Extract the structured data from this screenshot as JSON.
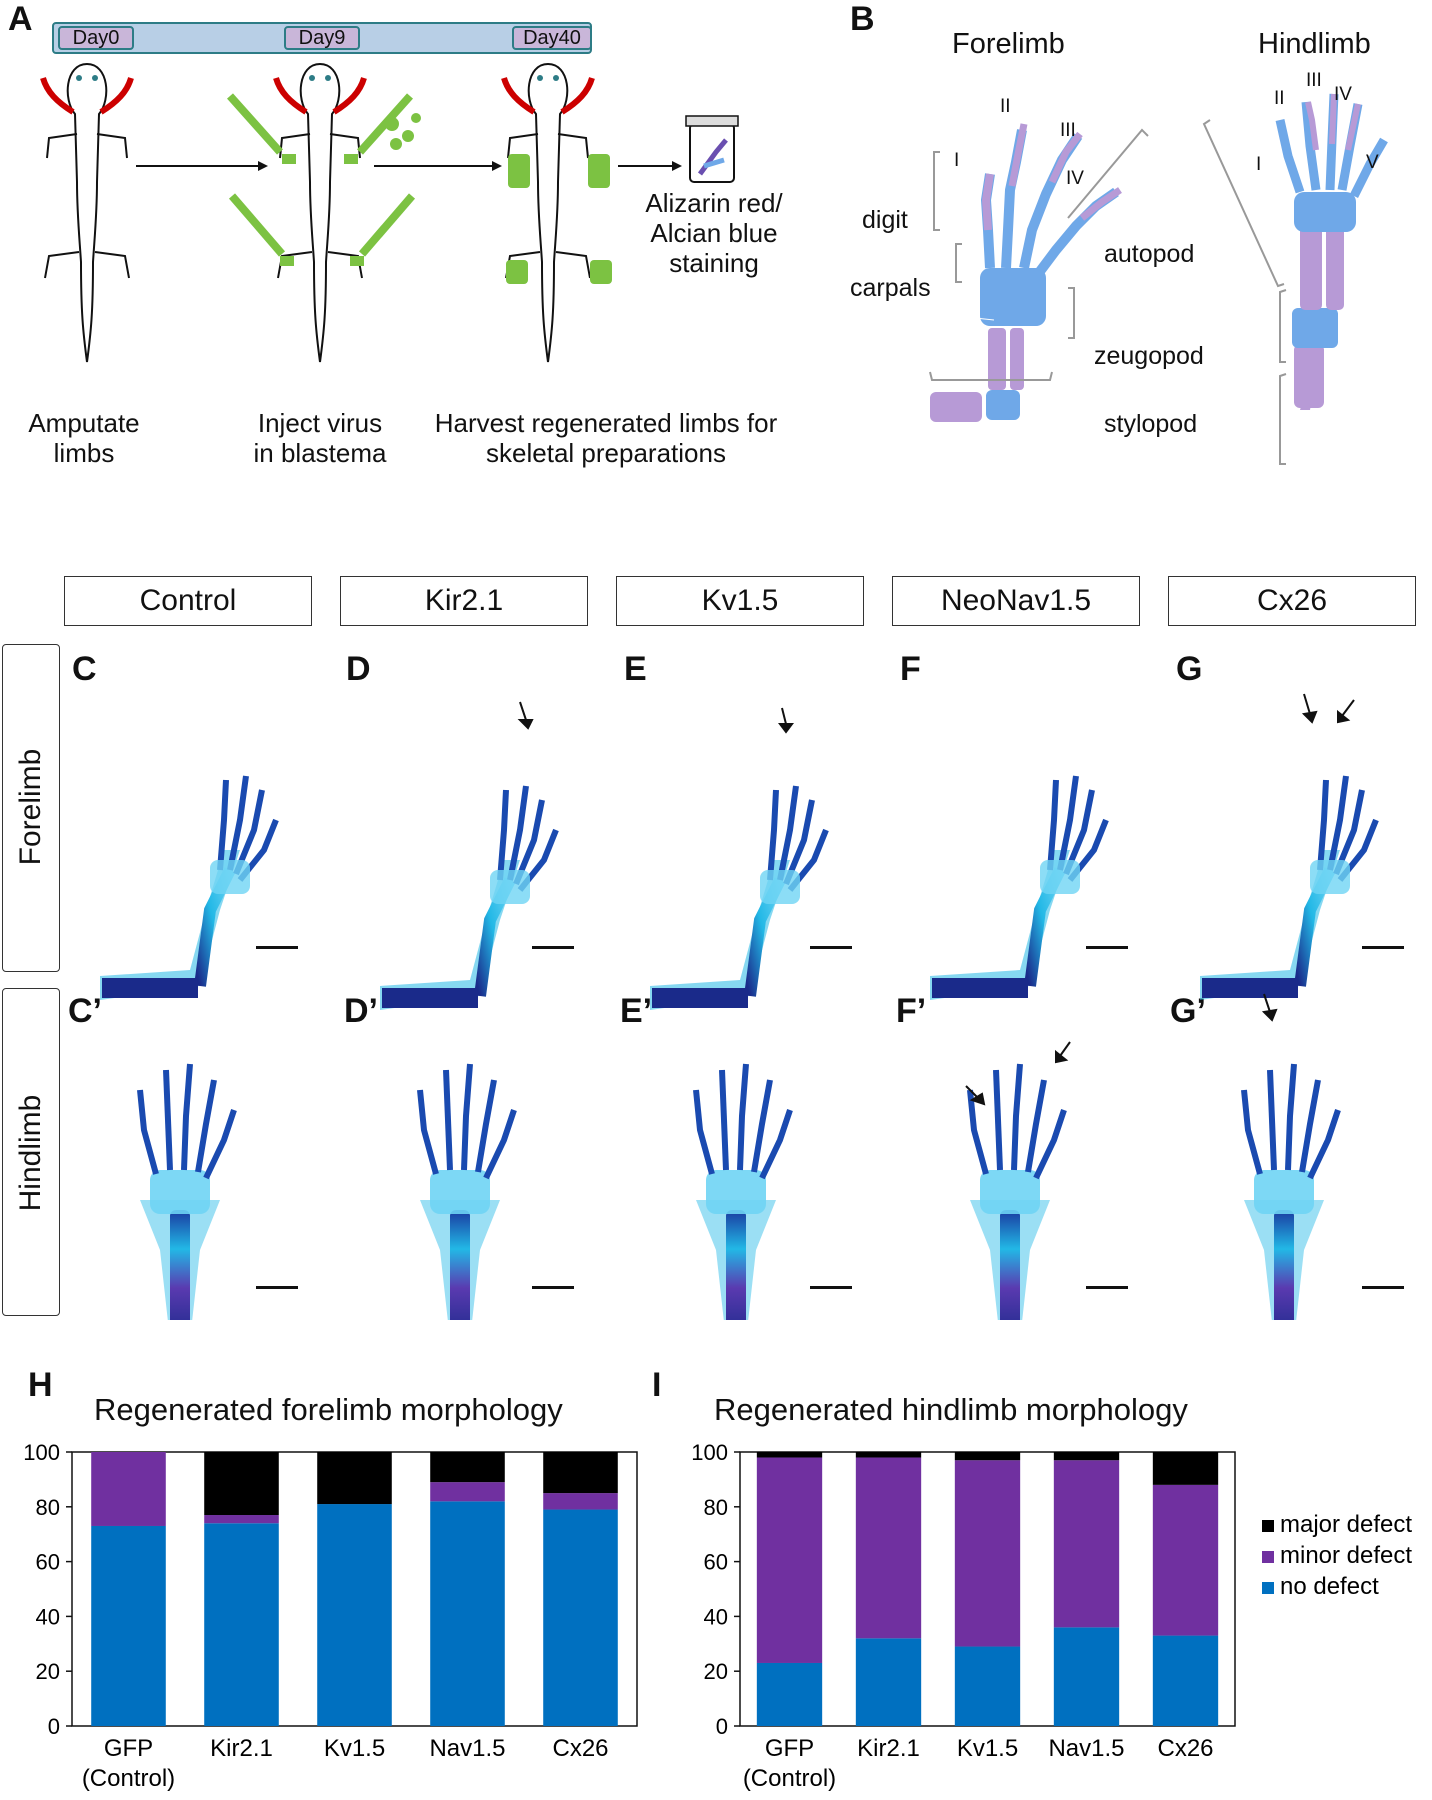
{
  "panels": {
    "A": "A",
    "B": "B",
    "C": "C",
    "D": "D",
    "E": "E",
    "F": "F",
    "G": "G",
    "C2": "C’",
    "D2": "D’",
    "E2": "E’",
    "F2": "F’",
    "G2": "G’",
    "H": "H",
    "I": "I"
  },
  "timeline": {
    "days": [
      "Day0",
      "Day9",
      "Day40"
    ]
  },
  "steps": {
    "amputate": [
      "Amputate",
      "limbs"
    ],
    "inject": [
      "Inject virus",
      "in blastema"
    ],
    "harvest": [
      "Harvest regenerated limbs for",
      "skeletal preparations"
    ],
    "stain": [
      "Alizarin red/",
      "Alcian blue",
      "staining"
    ]
  },
  "anatomy": {
    "forelimb_title": "Forelimb",
    "hindlimb_title": "Hindlimb",
    "digit": "digit",
    "carpals": "carpals",
    "autopod": "autopod",
    "zeugopod": "zeugopod",
    "stylopod": "stylopod",
    "fore_roman": [
      "I",
      "II",
      "III",
      "IV"
    ],
    "hind_roman": [
      "I",
      "II",
      "III",
      "IV",
      "V"
    ]
  },
  "conditions": [
    "Control",
    "Kir2.1",
    "Kv1.5",
    "NeoNav1.5",
    "Cx26"
  ],
  "rows": [
    "Forelimb",
    "Hindlimb"
  ],
  "colors": {
    "no_defect": "#0070c0",
    "minor_defect": "#7030a0",
    "major_defect": "#000000",
    "stain_blue": "#22b8e6",
    "stain_dark": "#1a2a8a",
    "schematic_blue": "#6fa8e8",
    "schematic_purple": "#b79ad6"
  },
  "chart_data": [
    {
      "type": "bar",
      "stacked": true,
      "title": "Regenerated forelimb morphology",
      "categories": [
        "GFP\n(Control)",
        "Kir2.1",
        "Kv1.5",
        "Nav1.5",
        "Cx26"
      ],
      "category_lines": [
        [
          "GFP",
          "(Control)"
        ],
        [
          "Kir2.1"
        ],
        [
          "Kv1.5"
        ],
        [
          "Nav1.5"
        ],
        [
          "Cx26"
        ]
      ],
      "series": [
        {
          "name": "no defect",
          "values": [
            73,
            74,
            81,
            82,
            79
          ]
        },
        {
          "name": "minor defect",
          "values": [
            27,
            3,
            0,
            7,
            6
          ]
        },
        {
          "name": "major defect",
          "values": [
            0,
            23,
            19,
            11,
            15
          ]
        }
      ],
      "ylim": [
        0,
        100
      ],
      "yticks": [
        0,
        20,
        40,
        60,
        80,
        100
      ],
      "legend": "none"
    },
    {
      "type": "bar",
      "stacked": true,
      "title": "Regenerated hindlimb morphology",
      "categories": [
        "GFP\n(Control)",
        "Kir2.1",
        "Kv1.5",
        "Nav1.5",
        "Cx26"
      ],
      "category_lines": [
        [
          "GFP",
          "(Control)"
        ],
        [
          "Kir2.1"
        ],
        [
          "Kv1.5"
        ],
        [
          "Nav1.5"
        ],
        [
          "Cx26"
        ]
      ],
      "series": [
        {
          "name": "no defect",
          "values": [
            23,
            32,
            29,
            36,
            33
          ]
        },
        {
          "name": "minor defect",
          "values": [
            75,
            66,
            68,
            61,
            55
          ]
        },
        {
          "name": "major defect",
          "values": [
            2,
            2,
            3,
            3,
            12
          ]
        }
      ],
      "ylim": [
        0,
        100
      ],
      "yticks": [
        0,
        20,
        40,
        60,
        80,
        100
      ],
      "legend": "right"
    }
  ],
  "legend": [
    "major defect",
    "minor defect",
    "no defect"
  ]
}
